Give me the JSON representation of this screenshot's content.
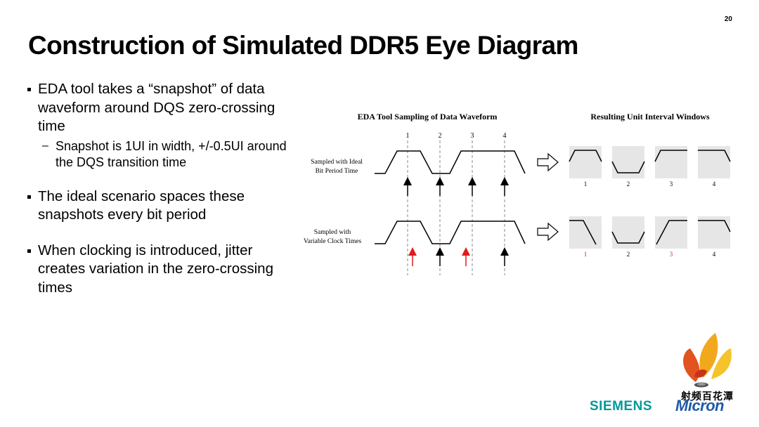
{
  "page_number": "20",
  "title": "Construction of Simulated DDR5 Eye Diagram",
  "bullets": [
    {
      "text": "EDA tool takes a “snapshot” of data waveform around DQS zero-crossing time",
      "sub": "Snapshot is 1UI in width, +/-0.5UI around the DQS transition time"
    },
    {
      "text": "The ideal scenario spaces these snapshots every bit period"
    },
    {
      "text": "When clocking is introduced, jitter creates variation in the zero-crossing times"
    }
  ],
  "diagram": {
    "left_title": "EDA Tool Sampling of Data Waveform",
    "right_title": "Resulting Unit Interval Windows",
    "sample_numbers": [
      "1",
      "2",
      "3",
      "4"
    ],
    "row1_label_line1": "Sampled with Ideal",
    "row1_label_line2": "Bit Period Time",
    "row2_label_line1": "Sampled with",
    "row2_label_line2": "Variable Clock Times",
    "window_numbers_row1": [
      "1",
      "2",
      "3",
      "4"
    ],
    "window_numbers_row2": [
      "1",
      "2",
      "3",
      "4"
    ],
    "jitter_color": "#e01b1b",
    "window_bg": "#e6e6e6"
  },
  "logos": {
    "cn_brand": "射频百花潭",
    "siemens": "SIEMENS",
    "micron": "Micron"
  }
}
